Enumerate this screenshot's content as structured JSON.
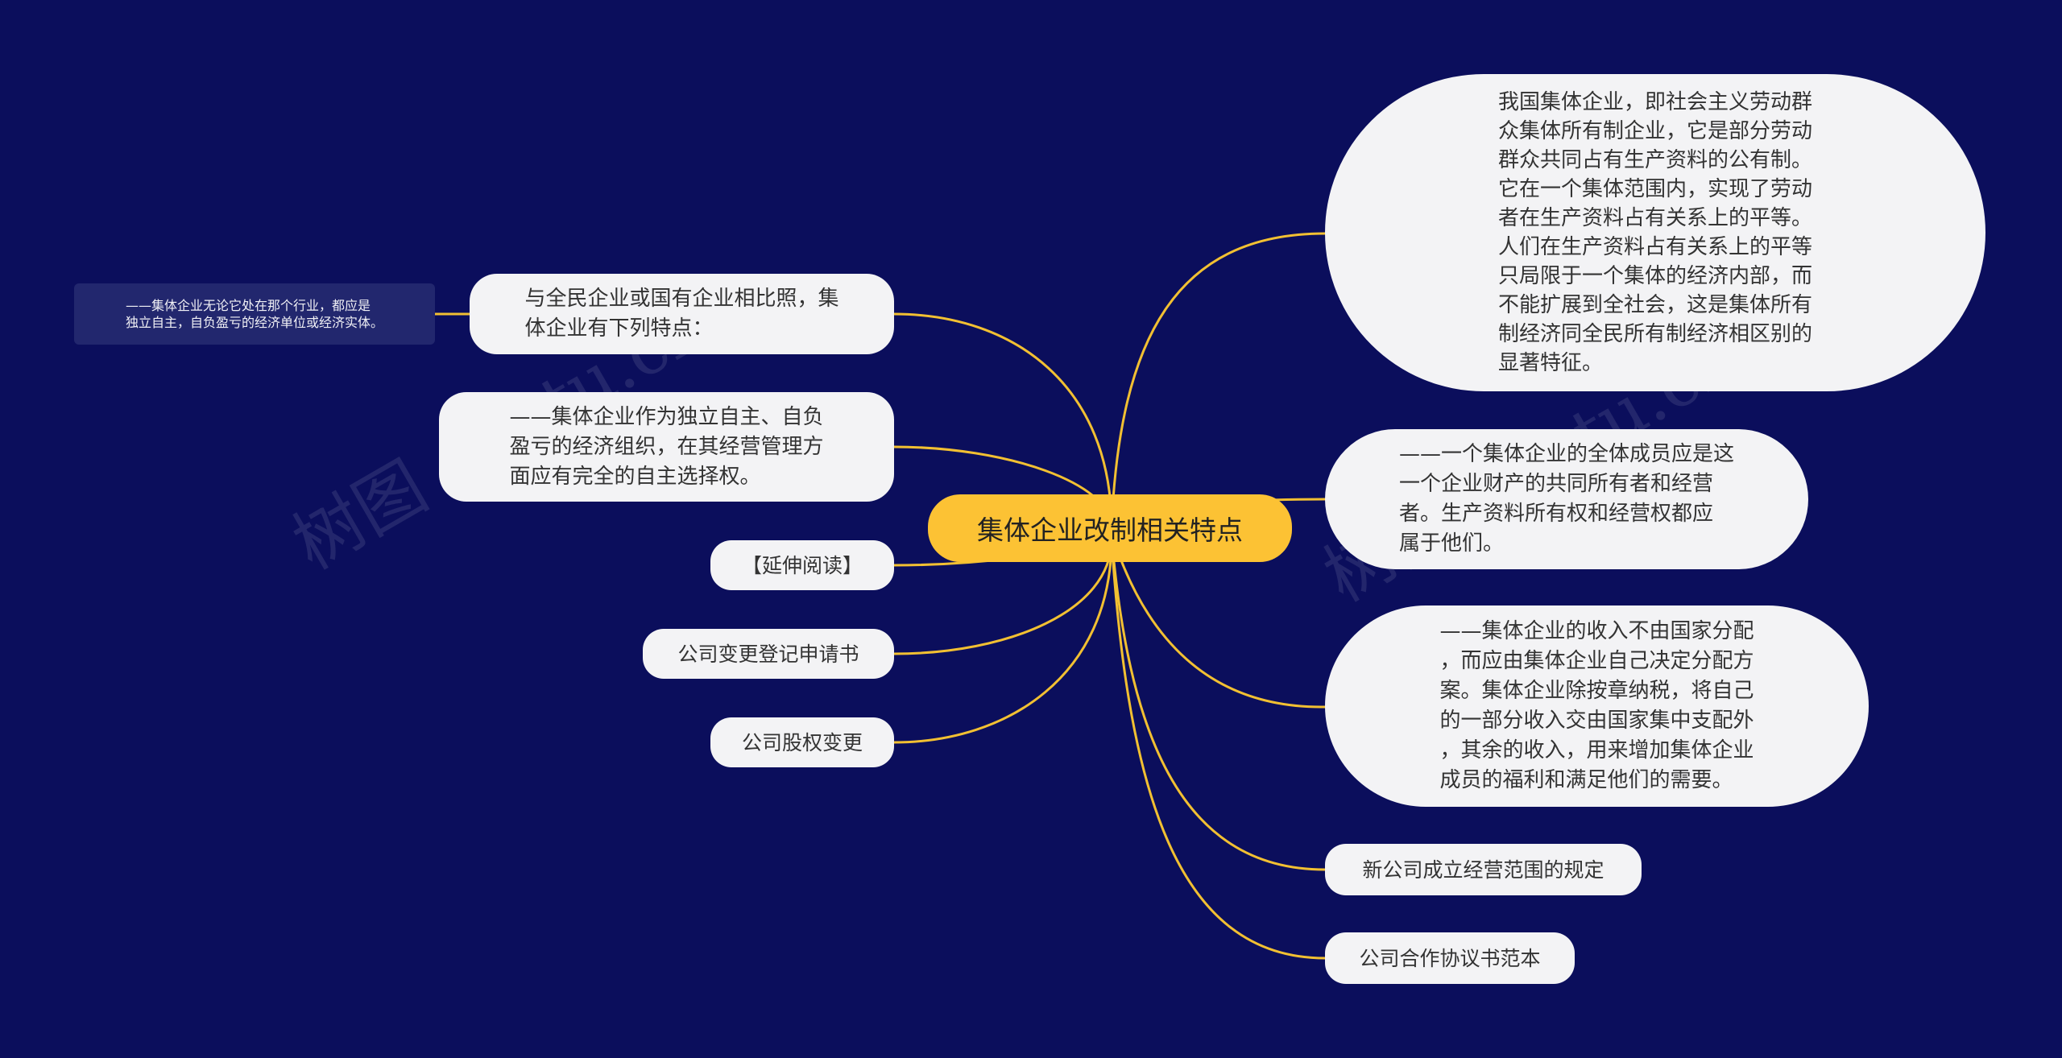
{
  "root": {
    "label": "集体企业改制相关特点"
  },
  "left": {
    "note": {
      "text": "——集体企业无论它处在那个行业，都应是\n独立自主，自负盈亏的经济单位或经济实体。"
    },
    "compare": {
      "text": "与全民企业或国有企业相比照，集\n体企业有下列特点："
    },
    "autonomy": {
      "text": "——集体企业作为独立自主、自负\n盈亏的经济组织，在其经营管理方\n面应有完全的自主选择权。"
    },
    "reading": {
      "text": "【延伸阅读】"
    },
    "registration": {
      "text": "公司变更登记申请书"
    },
    "equity": {
      "text": "公司股权变更"
    }
  },
  "right": {
    "definition": {
      "text": "我国集体企业，即社会主义劳动群\n众集体所有制企业，它是部分劳动\n群众共同占有生产资料的公有制。\n它在一个集体范围内，实现了劳动\n者在生产资料占有关系上的平等。\n人们在生产资料占有关系上的平等\n只局限于一个集体的经济内部，而\n不能扩展到全社会，这是集体所有\n制经济同全民所有制经济相区别的\n显著特征。"
    },
    "owners": {
      "text": "——一个集体企业的全体成员应是这\n一个企业财产的共同所有者和经营\n者。生产资料所有权和经营权都应\n属于他们。"
    },
    "income": {
      "text": "——集体企业的收入不由国家分配\n，而应由集体企业自己决定分配方\n案。集体企业除按章纳税，将自己\n的一部分收入交由国家集中支配外\n，其余的收入，用来增加集体企业\n成员的福利和满足他们的需要。"
    },
    "scope": {
      "text": "新公司成立经营范围的规定"
    },
    "agreement": {
      "text": "公司合作协议书范本"
    }
  },
  "watermark": {
    "text": "树图 shutu.cn"
  },
  "colors": {
    "background": "#0b0e5c",
    "root_fill": "#fcc234",
    "link": "#f2c032",
    "node_fill": "#f3f3f5",
    "note_fill": "#22276e"
  }
}
